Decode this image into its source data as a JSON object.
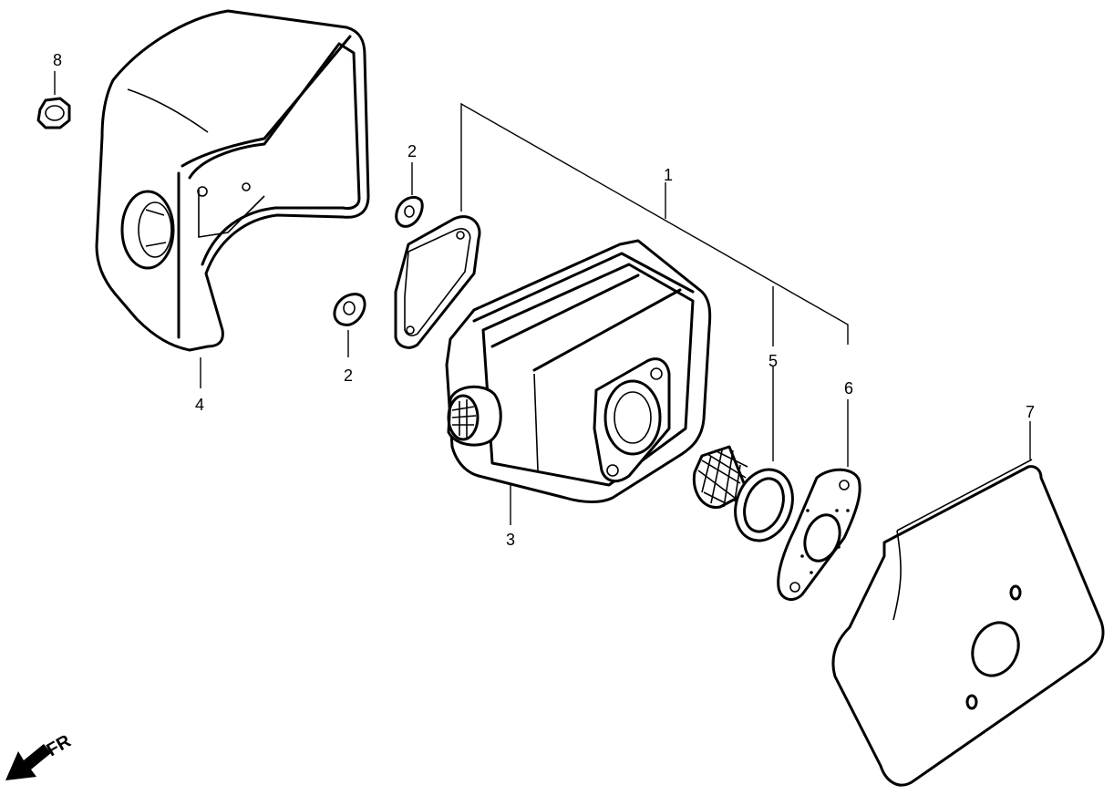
{
  "callouts": [
    {
      "id": "1",
      "label": "1"
    },
    {
      "id": "2a",
      "label": "2"
    },
    {
      "id": "2b",
      "label": "2"
    },
    {
      "id": "3",
      "label": "3"
    },
    {
      "id": "4",
      "label": "4"
    },
    {
      "id": "5",
      "label": "5"
    },
    {
      "id": "6",
      "label": "6"
    },
    {
      "id": "7",
      "label": "7"
    },
    {
      "id": "8",
      "label": "8"
    }
  ],
  "direction": {
    "label": "FR",
    "icon": "front-direction-arrow-icon"
  }
}
